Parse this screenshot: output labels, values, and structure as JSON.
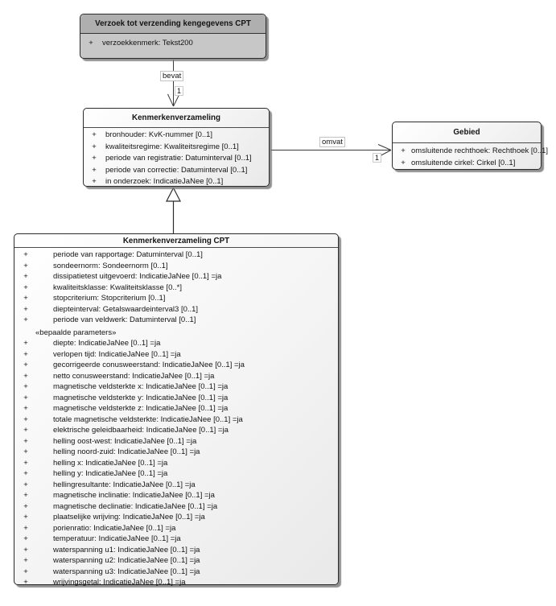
{
  "diagram": {
    "classes": {
      "verzoek": {
        "title": "Verzoek tot verzending kengegevens CPT",
        "attributes": [
          {
            "v": "+",
            "t": "verzoekkenmerk: Tekst200"
          }
        ]
      },
      "kenmerkenverzameling": {
        "title": "Kenmerkenverzameling",
        "attributes": [
          {
            "v": "+",
            "t": "bronhouder: KvK-nummer [0..1]"
          },
          {
            "v": "+",
            "t": "kwaliteitsregime: Kwaliteitsregime [0..1]"
          },
          {
            "v": "+",
            "t": "periode van registratie: Datuminterval [0..1]"
          },
          {
            "v": "+",
            "t": "periode van correctie: Datuminterval [0..1]"
          },
          {
            "v": "+",
            "t": "in onderzoek: IndicatieJaNee [0..1]"
          }
        ]
      },
      "gebied": {
        "title": "Gebied",
        "attributes": [
          {
            "v": "+",
            "t": "omsluitende rechthoek: Rechthoek [0..1]"
          },
          {
            "v": "+",
            "t": "omsluitende cirkel: Cirkel [0..1]"
          }
        ]
      },
      "cpt": {
        "title": "Kenmerkenverzameling CPT",
        "attributes_top": [
          {
            "v": "+",
            "t": "periode van rapportage: Datuminterval [0..1]"
          },
          {
            "v": "+",
            "t": "sondeernorm: Sondeernorm [0..1]"
          },
          {
            "v": "+",
            "t": "dissipatietest uitgevoerd: IndicatieJaNee [0..1] =ja"
          },
          {
            "v": "+",
            "t": "kwaliteitsklasse: Kwaliteitsklasse [0..*]"
          },
          {
            "v": "+",
            "t": "stopcriterium: Stopcriterium [0..1]"
          },
          {
            "v": "+",
            "t": "diepteinterval: Getalswaardeinterval3 [0..1]"
          },
          {
            "v": "+",
            "t": "periode van veldwerk: Datuminterval [0..1]"
          }
        ],
        "stereotype": "«bepaalde parameters»",
        "attributes_bottom": [
          {
            "v": "+",
            "t": "diepte: IndicatieJaNee [0..1] =ja"
          },
          {
            "v": "+",
            "t": "verlopen tijd: IndicatieJaNee [0..1] =ja"
          },
          {
            "v": "+",
            "t": "gecorrigeerde conusweerstand: IndicatieJaNee [0..1] =ja"
          },
          {
            "v": "+",
            "t": "netto conusweerstand: IndicatieJaNee [0..1] =ja"
          },
          {
            "v": "+",
            "t": "magnetische veldsterkte x: IndicatieJaNee [0..1] =ja"
          },
          {
            "v": "+",
            "t": "magnetische veldsterkte y: IndicatieJaNee [0..1] =ja"
          },
          {
            "v": "+",
            "t": "magnetische veldsterkte z: IndicatieJaNee [0..1] =ja"
          },
          {
            "v": "+",
            "t": "totale magnetische veldsterkte: IndicatieJaNee [0..1] =ja"
          },
          {
            "v": "+",
            "t": "elektrische geleidbaarheid: IndicatieJaNee [0..1] =ja"
          },
          {
            "v": "+",
            "t": "helling oost-west: IndicatieJaNee [0..1] =ja"
          },
          {
            "v": "+",
            "t": "helling noord-zuid: IndicatieJaNee [0..1] =ja"
          },
          {
            "v": "+",
            "t": "helling x: IndicatieJaNee [0..1] =ja"
          },
          {
            "v": "+",
            "t": "helling y: IndicatieJaNee [0..1] =ja"
          },
          {
            "v": "+",
            "t": "hellingresultante: IndicatieJaNee [0..1] =ja"
          },
          {
            "v": "+",
            "t": "magnetische inclinatie: IndicatieJaNee [0..1] =ja"
          },
          {
            "v": "+",
            "t": "magnetische declinatie: IndicatieJaNee [0..1] =ja"
          },
          {
            "v": "+",
            "t": "plaatselijke wrijving: IndicatieJaNee [0..1] =ja"
          },
          {
            "v": "+",
            "t": "porienratio: IndicatieJaNee [0..1] =ja"
          },
          {
            "v": "+",
            "t": "temperatuur: IndicatieJaNee [0..1] =ja"
          },
          {
            "v": "+",
            "t": "waterspanning u1: IndicatieJaNee [0..1] =ja"
          },
          {
            "v": "+",
            "t": "waterspanning u2: IndicatieJaNee [0..1] =ja"
          },
          {
            "v": "+",
            "t": "waterspanning u3: IndicatieJaNee [0..1] =ja"
          },
          {
            "v": "+",
            "t": "wrijvingsgetal: IndicatieJaNee [0..1] =ja"
          }
        ]
      }
    },
    "connectors": {
      "bevat": {
        "label": "bevat",
        "multiplicity": "1"
      },
      "omvat": {
        "label": "omvat",
        "multiplicity": "1"
      }
    },
    "colors": {
      "gray_header": "#afafaf",
      "gray_body": "#c7c7c7",
      "light_fill_start": "#ffffff",
      "light_fill_end": "#e9e9e9",
      "border": "#2b2b2b",
      "shadow": "#7d7d7d"
    }
  }
}
